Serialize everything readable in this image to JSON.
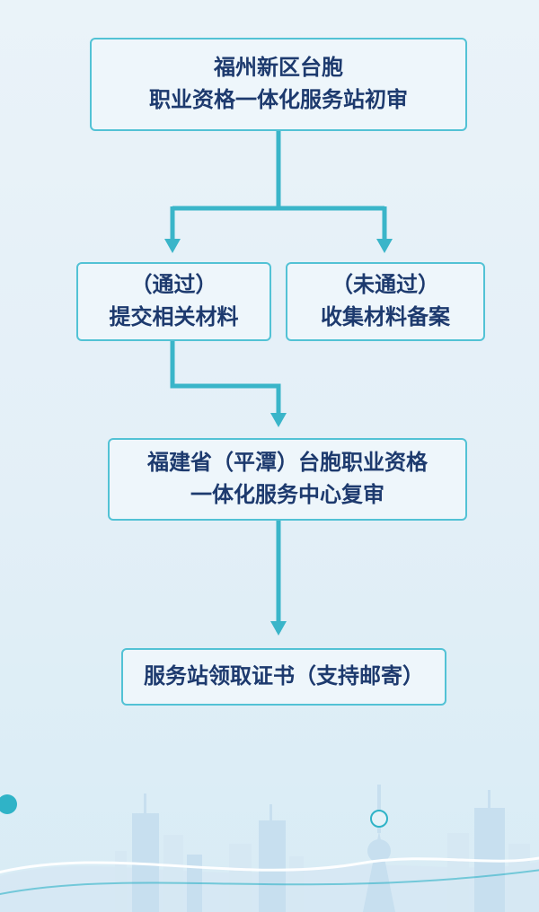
{
  "flowchart": {
    "initial": {
      "line1": "福州新区台胞",
      "line2": "职业资格一体化服务站初审"
    },
    "pass": {
      "line1": "（通过）",
      "line2": "提交相关材料"
    },
    "fail": {
      "line1": "（未通过）",
      "line2": "收集材料备案"
    },
    "recheck": {
      "line1": "福建省（平潭）台胞职业资格",
      "line2": "一体化服务中心复审"
    },
    "certificate": {
      "line1": "服务站领取证书（支持邮寄）"
    }
  },
  "colors": {
    "bg_top": "#eaf3f9",
    "bg_bottom": "#d8ecf5",
    "box_border": "#52c2d5",
    "box_fill": "#eef6fb",
    "text": "#1d3a6e",
    "arrow": "#3ab5c9",
    "accent": "#2fb3c7",
    "skyline": "#c7dfef",
    "skyline_light": "#d6e8f3"
  }
}
